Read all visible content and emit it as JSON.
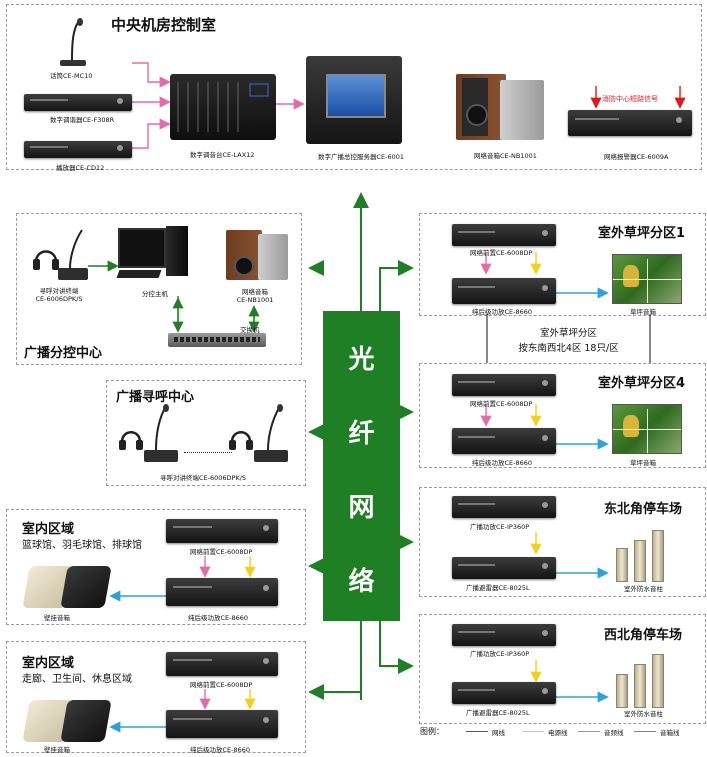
{
  "control_room": {
    "title": "中央机房控制室",
    "devices": [
      {
        "label": "话筒CE-MC10"
      },
      {
        "label": "数字调谐器CE-F308R"
      },
      {
        "label": "播放器CE-CD12"
      },
      {
        "label": "数字调音台CE-LAX12"
      },
      {
        "label": "数字广播总控服务器CE-6001"
      },
      {
        "label": "网络音箱CE-NB1001"
      },
      {
        "label": "网络报警器CE-6009A"
      }
    ],
    "fire_signal": "消防中心短路信号"
  },
  "branch_center": {
    "title": "广播分控中心",
    "intercom": "寻呼对讲终端\nCE-6006DPK/S",
    "host": "分控主机",
    "speaker": "网络音箱\nCE-NB1001",
    "switch": "交换机"
  },
  "paging_center": {
    "title": "广播寻呼中心",
    "label": "寻呼对讲终端CE-6006DPK/S"
  },
  "indoor1": {
    "title": "室内区域",
    "subtitle": "篮球馆、羽毛球馆、排球馆",
    "preamp": "网络前置CE-6008DP",
    "amp": "纯后级功放CE-8660",
    "speaker": "壁挂音箱"
  },
  "indoor2": {
    "title": "室内区域",
    "subtitle": "走廊、卫生间、休息区域",
    "preamp": "网络前置CE-6008DP",
    "amp": "纯后级功放CE-8660",
    "speaker": "壁挂音箱"
  },
  "lawn1": {
    "title": "室外草坪分区1",
    "preamp": "网络前置CE-6008DP",
    "amp": "纯后级功放CE-8660",
    "speaker": "草坪音箱"
  },
  "lawn_note": {
    "line1": "室外草坪分区",
    "line2": "按东南西北4区 18只/区"
  },
  "lawn4": {
    "title": "室外草坪分区4",
    "preamp": "网络前置CE-6008DP",
    "amp": "纯后级功放CE-8660",
    "speaker": "草坪音箱"
  },
  "ne_parking": {
    "title": "东北角停车场",
    "amp": "广播功放CE-IP360P",
    "alarm": "广播避雷器CE-8025L",
    "speaker": "室外防水音柱"
  },
  "nw_parking": {
    "title": "西北角停车场",
    "amp": "广播功放CE-IP360P",
    "alarm": "广播避雷器CE-8025L",
    "speaker": "室外防水音柱"
  },
  "fiber": {
    "chars": [
      "光",
      "纤",
      "网",
      "络"
    ]
  },
  "legend": {
    "title": "图例：",
    "items": [
      {
        "label": "网线",
        "color": "#1f7f25"
      },
      {
        "label": "电源线",
        "color": "#f0d21a"
      },
      {
        "label": "音频线",
        "color": "#e66aa8"
      },
      {
        "label": "音箱线",
        "color": "#2aa3dc"
      }
    ]
  },
  "colors": {
    "fiber": "#1f7f25",
    "network": "#1f7f25",
    "power": "#f0d21a",
    "audio": "#e66aa8",
    "speaker": "#2aa3dc",
    "fire": "#e01818"
  }
}
